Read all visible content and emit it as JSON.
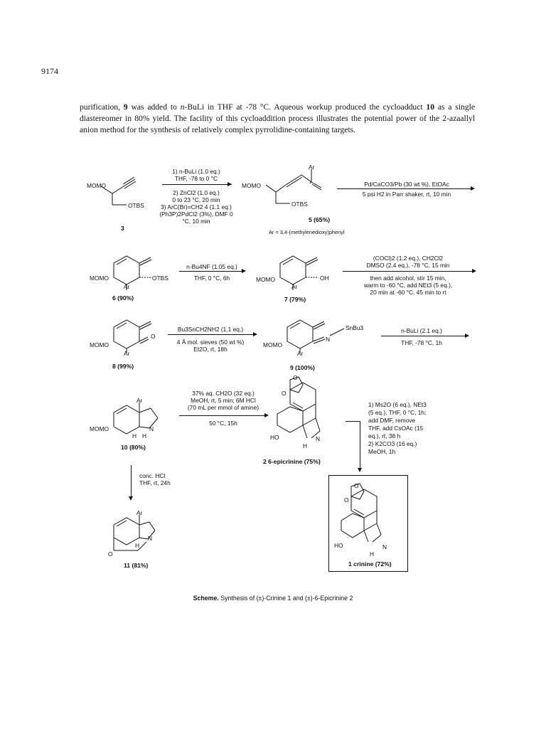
{
  "page_number": "9174",
  "paragraph": {
    "t1": "purification, ",
    "b1": "9",
    "t2": " was added to ",
    "i1": "n",
    "t3": "-BuLi in THF at -78 °C.  Aqueous workup produced the cycloadduct ",
    "b2": "10",
    "t4": " as a single diastereomer in 80% yield.  The facility of this cycloaddition process illustrates the potential power of the 2-azaallyl anion method for the synthesis of relatively complex pyrrolidine-containing targets."
  },
  "scheme": {
    "step1": {
      "sm_label": "3",
      "sm_groups": {
        "momo": "MOMO",
        "otbs": "OTBS"
      },
      "conditions": [
        "1) n-BuLi (1.0 eq.)",
        "THF, -78 to 0 °C",
        "2) ZnCl2 (1.0 eq.)",
        "0 to 23 °C, 20 min",
        "3) ArC(Br)=CH2 4 (1.1 eq.)",
        "(Ph3P)2PdCl2 (3%), DMF 0",
        "°C, 10 min"
      ],
      "product_label": "5 (65%)",
      "product_groups": {
        "momo": "MOMO",
        "otbs": "OTBS",
        "ar": "Ar"
      },
      "ar_definition": "Ar = 3,4-(methylenedioxy)phenyl",
      "next_conditions": [
        "Pd/CaCO3/Pb (30 wt %), EtOAc",
        "5 psi H2 in Parr shaker, rt, 10 min"
      ]
    },
    "step2": {
      "sm_label": "6 (90%)",
      "sm_groups": {
        "momo": "MOMO",
        "otbs": "OTBS",
        "ar": "Ar"
      },
      "conditions": [
        "n-Bu4NF (1.05 eq.)",
        "THF, 0 °C, 6h"
      ],
      "product_label": "7 (79%)",
      "product_groups": {
        "momo": "MOMO",
        "oh": "OH",
        "ar": "Ar"
      },
      "next_conditions": [
        "(COCl)2 (1.2 eq.), CH2Cl2",
        "DMSO (2.4 eq.), -78 °C, 15 min",
        "then add alcohol, stir 15 min,",
        "warm to -60 °C, add NEt3 (5 eq.),",
        "20 min at -60 °C, 45 min to rt"
      ]
    },
    "step3": {
      "sm_label": "8 (99%)",
      "sm_groups": {
        "momo": "MOMO",
        "o": "O",
        "ar": "Ar"
      },
      "conditions": [
        "Bu3SnCH2NH2 (1.1 eq.)",
        "4 Å mol. sieves (50 wt %)",
        "Et2O, rt, 18h"
      ],
      "product_label": "9 (100%)",
      "product_groups": {
        "momo": "MOMO",
        "n": "N",
        "snbu3": "SnBu3",
        "ar": "Ar"
      },
      "next_conditions": [
        "n-BuLi (2.1 eq.)",
        "THF, -78 °C, 1h"
      ]
    },
    "step4": {
      "sm_label": "10 (80%)",
      "sm_groups": {
        "momo": "MOMO",
        "n": "N",
        "h1": "H",
        "h2": "H",
        "ar": "Ar"
      },
      "conditions": [
        "37% aq. CH2O (32 eq.)",
        "MeOH, rt, 5 min; 6M HCl",
        "(70 mL per mmol of amine)",
        "50 °C, 15h"
      ],
      "product_label": "2 6-epicrinine (75%)",
      "product_groups": {
        "ho": "HO",
        "n": "N",
        "h": "H",
        "o1": "O",
        "o2": "O"
      },
      "branch_conditions": [
        "1) Ms2O (6 eq.), NEt3",
        "(5 eq.), THF, 0 °C, 1h;",
        "add DMF, remove",
        "THF, add CsOAc (15",
        "eq.), rt, 38 h",
        "2) K2CO3 (16 eq.)",
        "MeOH, 1h"
      ],
      "final_label": "1 crinine (72%)",
      "final_groups": {
        "ho": "HO",
        "n": "N",
        "h": "H",
        "o1": "O",
        "o2": "O"
      }
    },
    "step5": {
      "conditions": [
        "conc. HCl",
        "THF, rt, 24h"
      ],
      "product_label": "11 (81%)",
      "product_groups": {
        "ar": "Ar",
        "n": "N",
        "h": "H",
        "o": "O"
      }
    }
  },
  "caption": {
    "bold": "Scheme.",
    "text": "  Synthesis of (±)-Crinine 1 and (±)-6-Epicrinine 2"
  }
}
